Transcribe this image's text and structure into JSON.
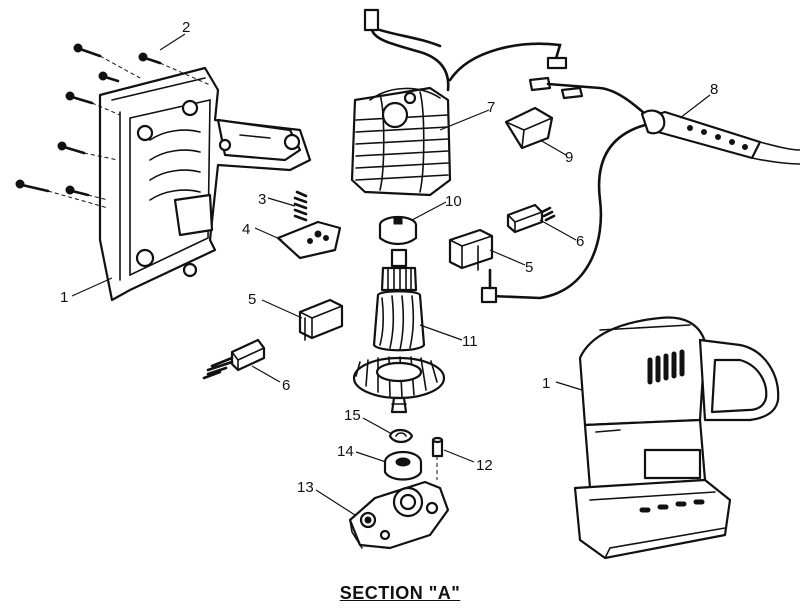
{
  "section_title": "SECTION \"A\"",
  "callouts": {
    "housing_left": "1",
    "housing_right": "1",
    "screws": "2",
    "spring": "3",
    "brush_holder_clip": "4",
    "brush_holder_right": "5",
    "brush_holder_left": "5",
    "brush_right": "6",
    "brush_left": "6",
    "field_coil": "7",
    "cord": "8",
    "switch": "9",
    "baffle": "10",
    "armature": "11",
    "pin": "12",
    "bearing_plate": "13",
    "bearing": "14",
    "retaining_ring": "15"
  }
}
